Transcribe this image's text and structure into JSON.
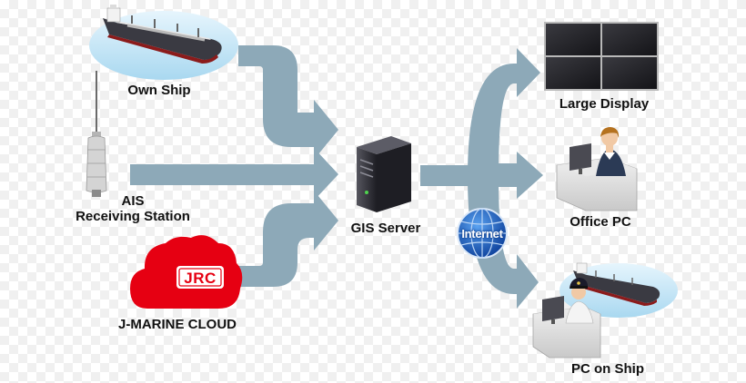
{
  "nodes": {
    "own_ship": "Own Ship",
    "ais_line1": "AIS",
    "ais_line2": "Receiving Station",
    "jmarine": "J-MARINE CLOUD",
    "jrc_logo": "JRC",
    "gis_server": "GIS Server",
    "internet": "Internet",
    "large_display": "Large Display",
    "office_pc": "Office PC",
    "pc_on_ship": "PC on Ship"
  },
  "colors": {
    "arrow": "#8da9b8",
    "cloud_red": "#e60012",
    "globe_blue": "#1d5fc8",
    "server_dark": "#2f2f36",
    "hull": "#3a3a42",
    "ellipse_blue": "#bfe3f5"
  },
  "icons": [
    "ship-icon",
    "antenna-icon",
    "cloud-icon",
    "server-icon",
    "globe-icon",
    "monitor-wall-icon",
    "operator-icon"
  ]
}
